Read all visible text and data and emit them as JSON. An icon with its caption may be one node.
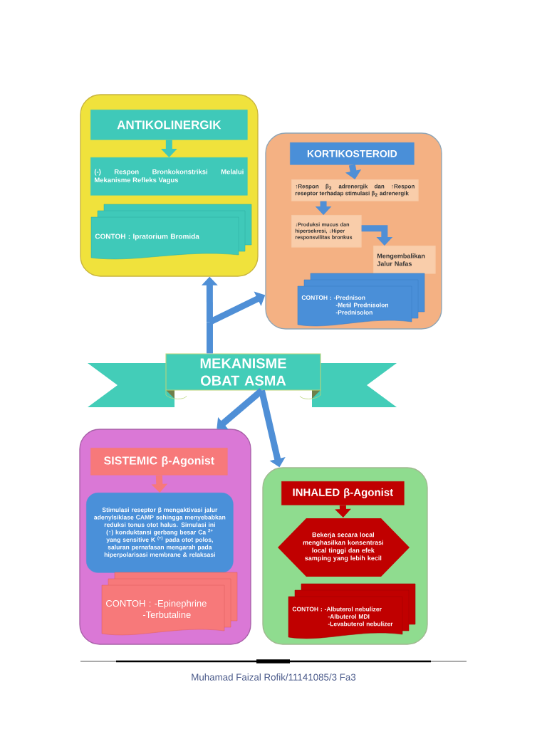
{
  "diagram": {
    "nodes": [
      {
        "text": [],
        "shape": "box"
      },
      {
        "text": [
          "ANTIKOLINERGIK"
        ],
        "in": 0
      },
      {
        "text": [
          "(-) Respon Bronkokonstriksi Melalui Mekanisme Refleks Vagus"
        ],
        "in": 0
      },
      {
        "text": [
          "CONTOH : Ipratorium Bromida"
        ],
        "in": 0
      },
      {
        "text": [],
        "shape": "box"
      },
      {
        "text": [
          "KORTIKOSTEROID"
        ],
        "in": 4
      },
      {
        "text": [
          "↑Respon β$_{2}$ adrenergik dan ↑Respon reseptor terhadap stimulasi β$_{2}$ adrenergik"
        ],
        "in": 4
      },
      {
        "text": [
          "↓Produksi mucus dan hipersekresi, ↓Hiper responsvilitas bronkus"
        ],
        "in": 4
      },
      {
        "text": [
          "Mengembalikan Jalur Nafas"
        ],
        "in": 4
      },
      {
        "text": [
          "CONTOH : -Prednison",
          "-Metil Prednisolon",
          "-Prednisolon"
        ],
        "in": 4
      },
      {
        "text": [
          "MEKANISME OBAT ASMA"
        ]
      },
      {
        "text": [],
        "shape": "box"
      },
      {
        "text": [
          "SISTEMIC β-Agonist"
        ],
        "in": 11
      },
      {
        "text": [
          "Stimulasi reseptor β mengaktivasi jalur adenylsiklase CAMP sehingga menyebabkan reduksi tonus otot halus. Simulasi ini (↑) konduktansi gerbang besar Ca $^{2+}$ yang sensitive K $^{(+)}$ pada otot polos, saluran pernafasan mengarah pada hiperpolarisasi membrane & relaksasi"
        ],
        "in": 11
      },
      {
        "text": [
          "CONTOH : -Epinephrine",
          "-Terbutaline"
        ],
        "in": 11
      },
      {
        "text": [],
        "shape": "box"
      },
      {
        "text": [
          "INHALED β-Agonist"
        ],
        "in": 15
      },
      {
        "text": [
          "Bekerja secara local menghasilkan konsentrasi local tinggi dan efek samping yang lebih kecil"
        ],
        "in": 15
      },
      {
        "text": [
          "CONTOH : -Albuterol nebulizer",
          "-Albuterol MDI",
          "-Levabuterol nebulizer"
        ],
        "in": 15
      }
    ],
    "edges": [
      {
        "from": 10,
        "to": 0,
        "arrow": "to"
      },
      {
        "from": 10,
        "to": 4,
        "arrow": "to"
      },
      {
        "from": 10,
        "to": 11,
        "arrow": "to"
      },
      {
        "from": 10,
        "to": 15,
        "arrow": "to"
      },
      {
        "from": 1,
        "to": 2,
        "arrow": "to",
        "color": "#3fc9b9"
      },
      {
        "from": 5,
        "to": 6,
        "arrow": "to"
      },
      {
        "from": 6,
        "to": 7,
        "arrow": "to"
      },
      {
        "from": 7,
        "to": 8,
        "arrow": "to"
      },
      {
        "from": 12,
        "to": 13,
        "arrow": "to",
        "color": "#f7797a"
      },
      {
        "from": 16,
        "to": 17,
        "arrow": "to",
        "color": "#c00000"
      }
    ],
    "labels": [
      "Muhamad Faizal Rofik/11141085/3 Fa3"
    ]
  }
}
